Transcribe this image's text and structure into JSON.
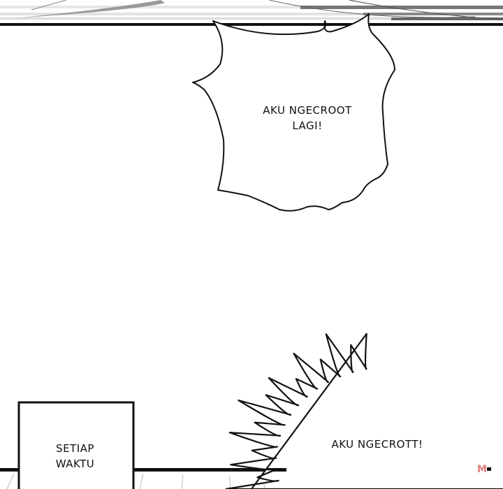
{
  "panels": {
    "bubble_top": {
      "text_line1": "AKU NGECROOT",
      "text_line2": "LAGI!"
    },
    "caption_box": {
      "text_line1": "SETIAP",
      "text_line2": "WAKTU"
    },
    "burst_bubble": {
      "text": "AKU NGECROTT!"
    }
  },
  "colors": {
    "ink": "#111111",
    "paper": "#ffffff",
    "tone": "#9a9a9a"
  }
}
